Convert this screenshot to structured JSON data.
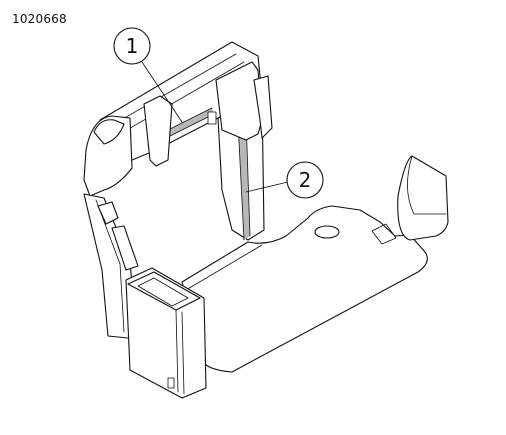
{
  "figure": {
    "id_label": "1020668"
  },
  "callouts": [
    {
      "number": "1"
    },
    {
      "number": "2"
    }
  ],
  "colors": {
    "line": "#111111",
    "background": "#ffffff",
    "strip_fill": "#b8b8b8"
  }
}
